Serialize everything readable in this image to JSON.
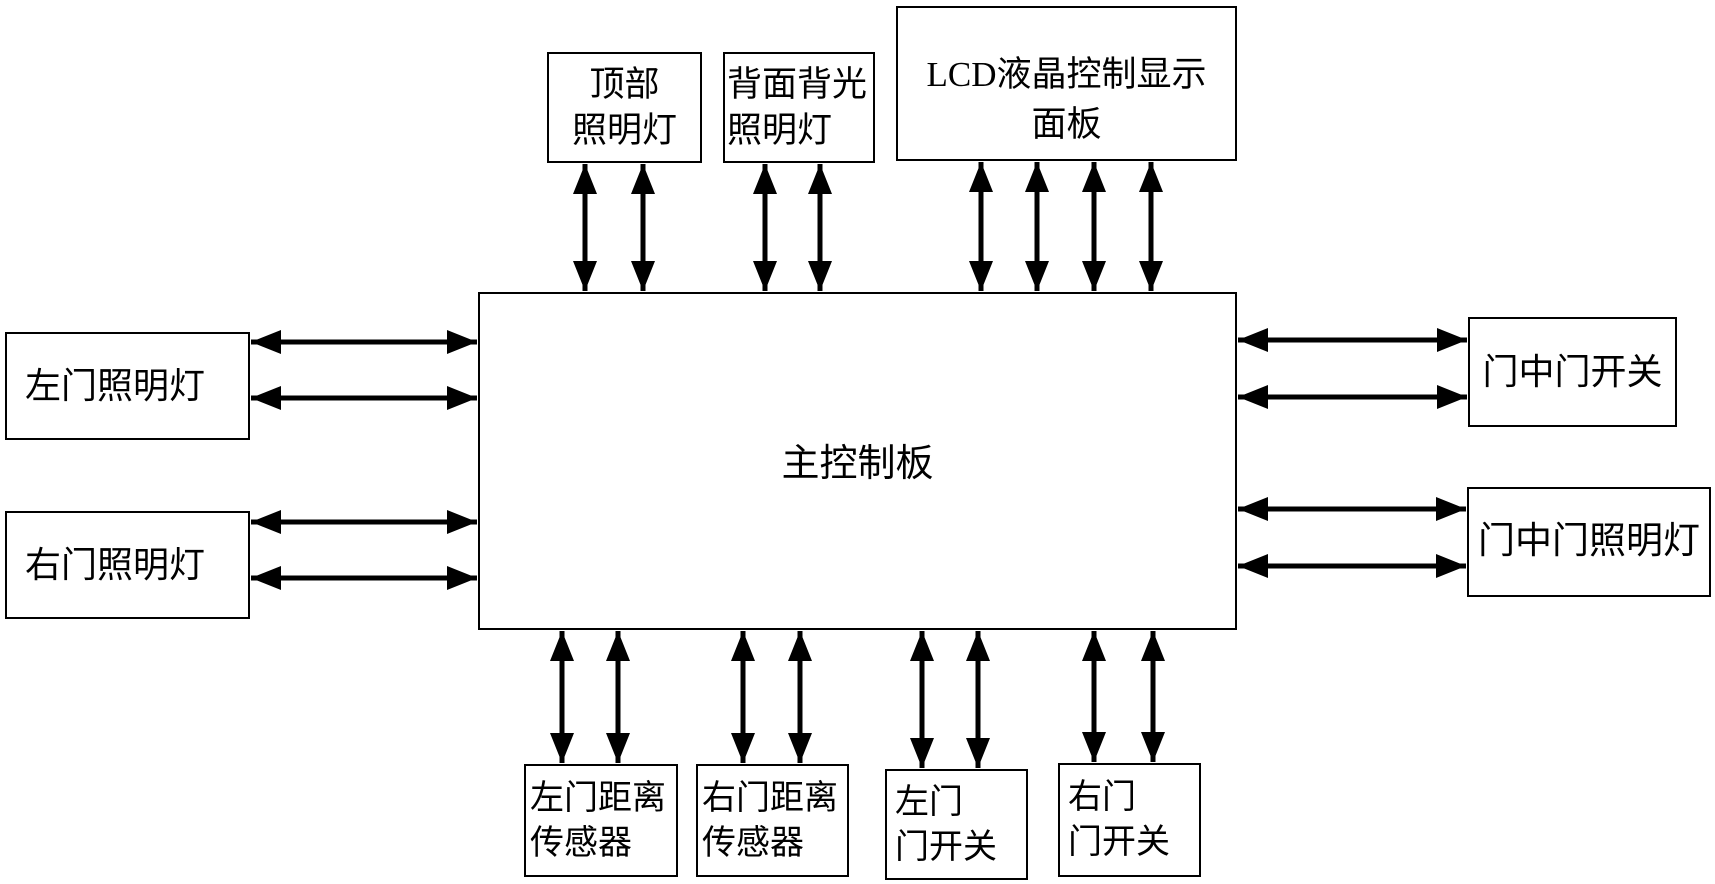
{
  "diagram": {
    "colors": {
      "line": "#000000",
      "text": "#000000",
      "background": "#ffffff"
    },
    "main": {
      "label": "主控制板"
    },
    "top_nodes": [
      {
        "lines": [
          "顶部",
          "照明灯"
        ]
      },
      {
        "lines": [
          "背面背光",
          "照明灯"
        ]
      },
      {
        "lines": [
          "LCD液晶控制显示",
          "面板"
        ]
      }
    ],
    "left_nodes": [
      {
        "label": "左门照明灯"
      },
      {
        "label": "右门照明灯"
      }
    ],
    "right_nodes": [
      {
        "label": "门中门开关"
      },
      {
        "label": "门中门照明灯"
      }
    ],
    "bottom_nodes": [
      {
        "lines": [
          "左门距离",
          "传感器"
        ]
      },
      {
        "lines": [
          "右门距离",
          "传感器"
        ]
      },
      {
        "lines": [
          "左门",
          "门开关"
        ]
      },
      {
        "lines": [
          "右门",
          "门开关"
        ]
      }
    ]
  }
}
